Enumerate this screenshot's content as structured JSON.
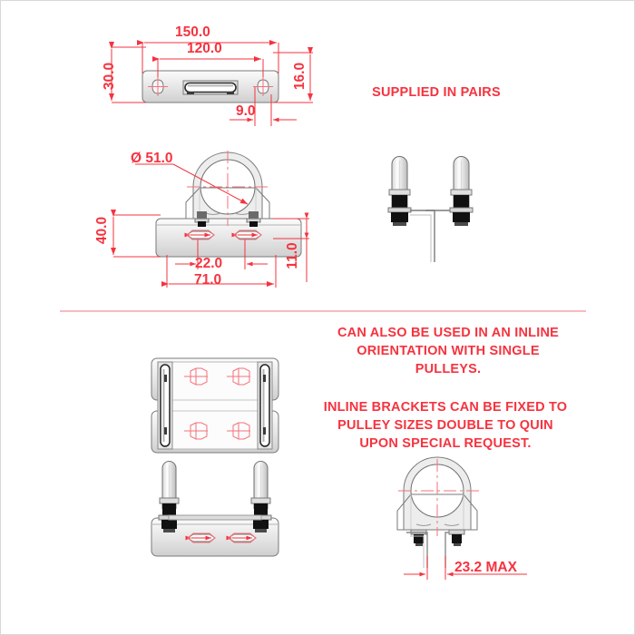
{
  "drawing": {
    "title": "Pulley Bracket Assembly Technical Drawing",
    "line_color": "#7a7a7a",
    "dim_color": "#f5333f",
    "note_color": "#f5333f",
    "hardware_color": "#1a1a1a"
  },
  "notes": {
    "supplied_in_pairs": "SUPPLIED IN PAIRS",
    "inline_use": "CAN ALSO BE USED IN AN INLINE\nORIENTATION WITH SINGLE\nPULLEYS.",
    "special_request": "INLINE BRACKETS CAN BE FIXED TO\nPULLEY SIZES DOUBLE TO QUIN\nUPON SPECIAL REQUEST."
  },
  "dimensions": {
    "plan_length_overall": "150.0",
    "plan_hole_centres": "120.0",
    "plan_width": "30.0",
    "plan_edge_to_hole": "16.0",
    "plan_slot_offset": "9.0",
    "pipe_diameter": "Ø 51.0",
    "front_height": "40.0",
    "front_plate_height": "11.0",
    "front_slot_width": "22.0",
    "front_slot_centres": "71.0",
    "inline_leg_gap": "23.2 MAX"
  },
  "views": {
    "plan": "top plan view of bracket base plate",
    "front": "front elevation with pipe clamp",
    "side_ubolts": "side view showing pair of u-bolts",
    "inline_plan": "inline orientation plan view",
    "inline_front": "inline orientation front view",
    "inline_side": "inline orientation side view with pipe"
  }
}
